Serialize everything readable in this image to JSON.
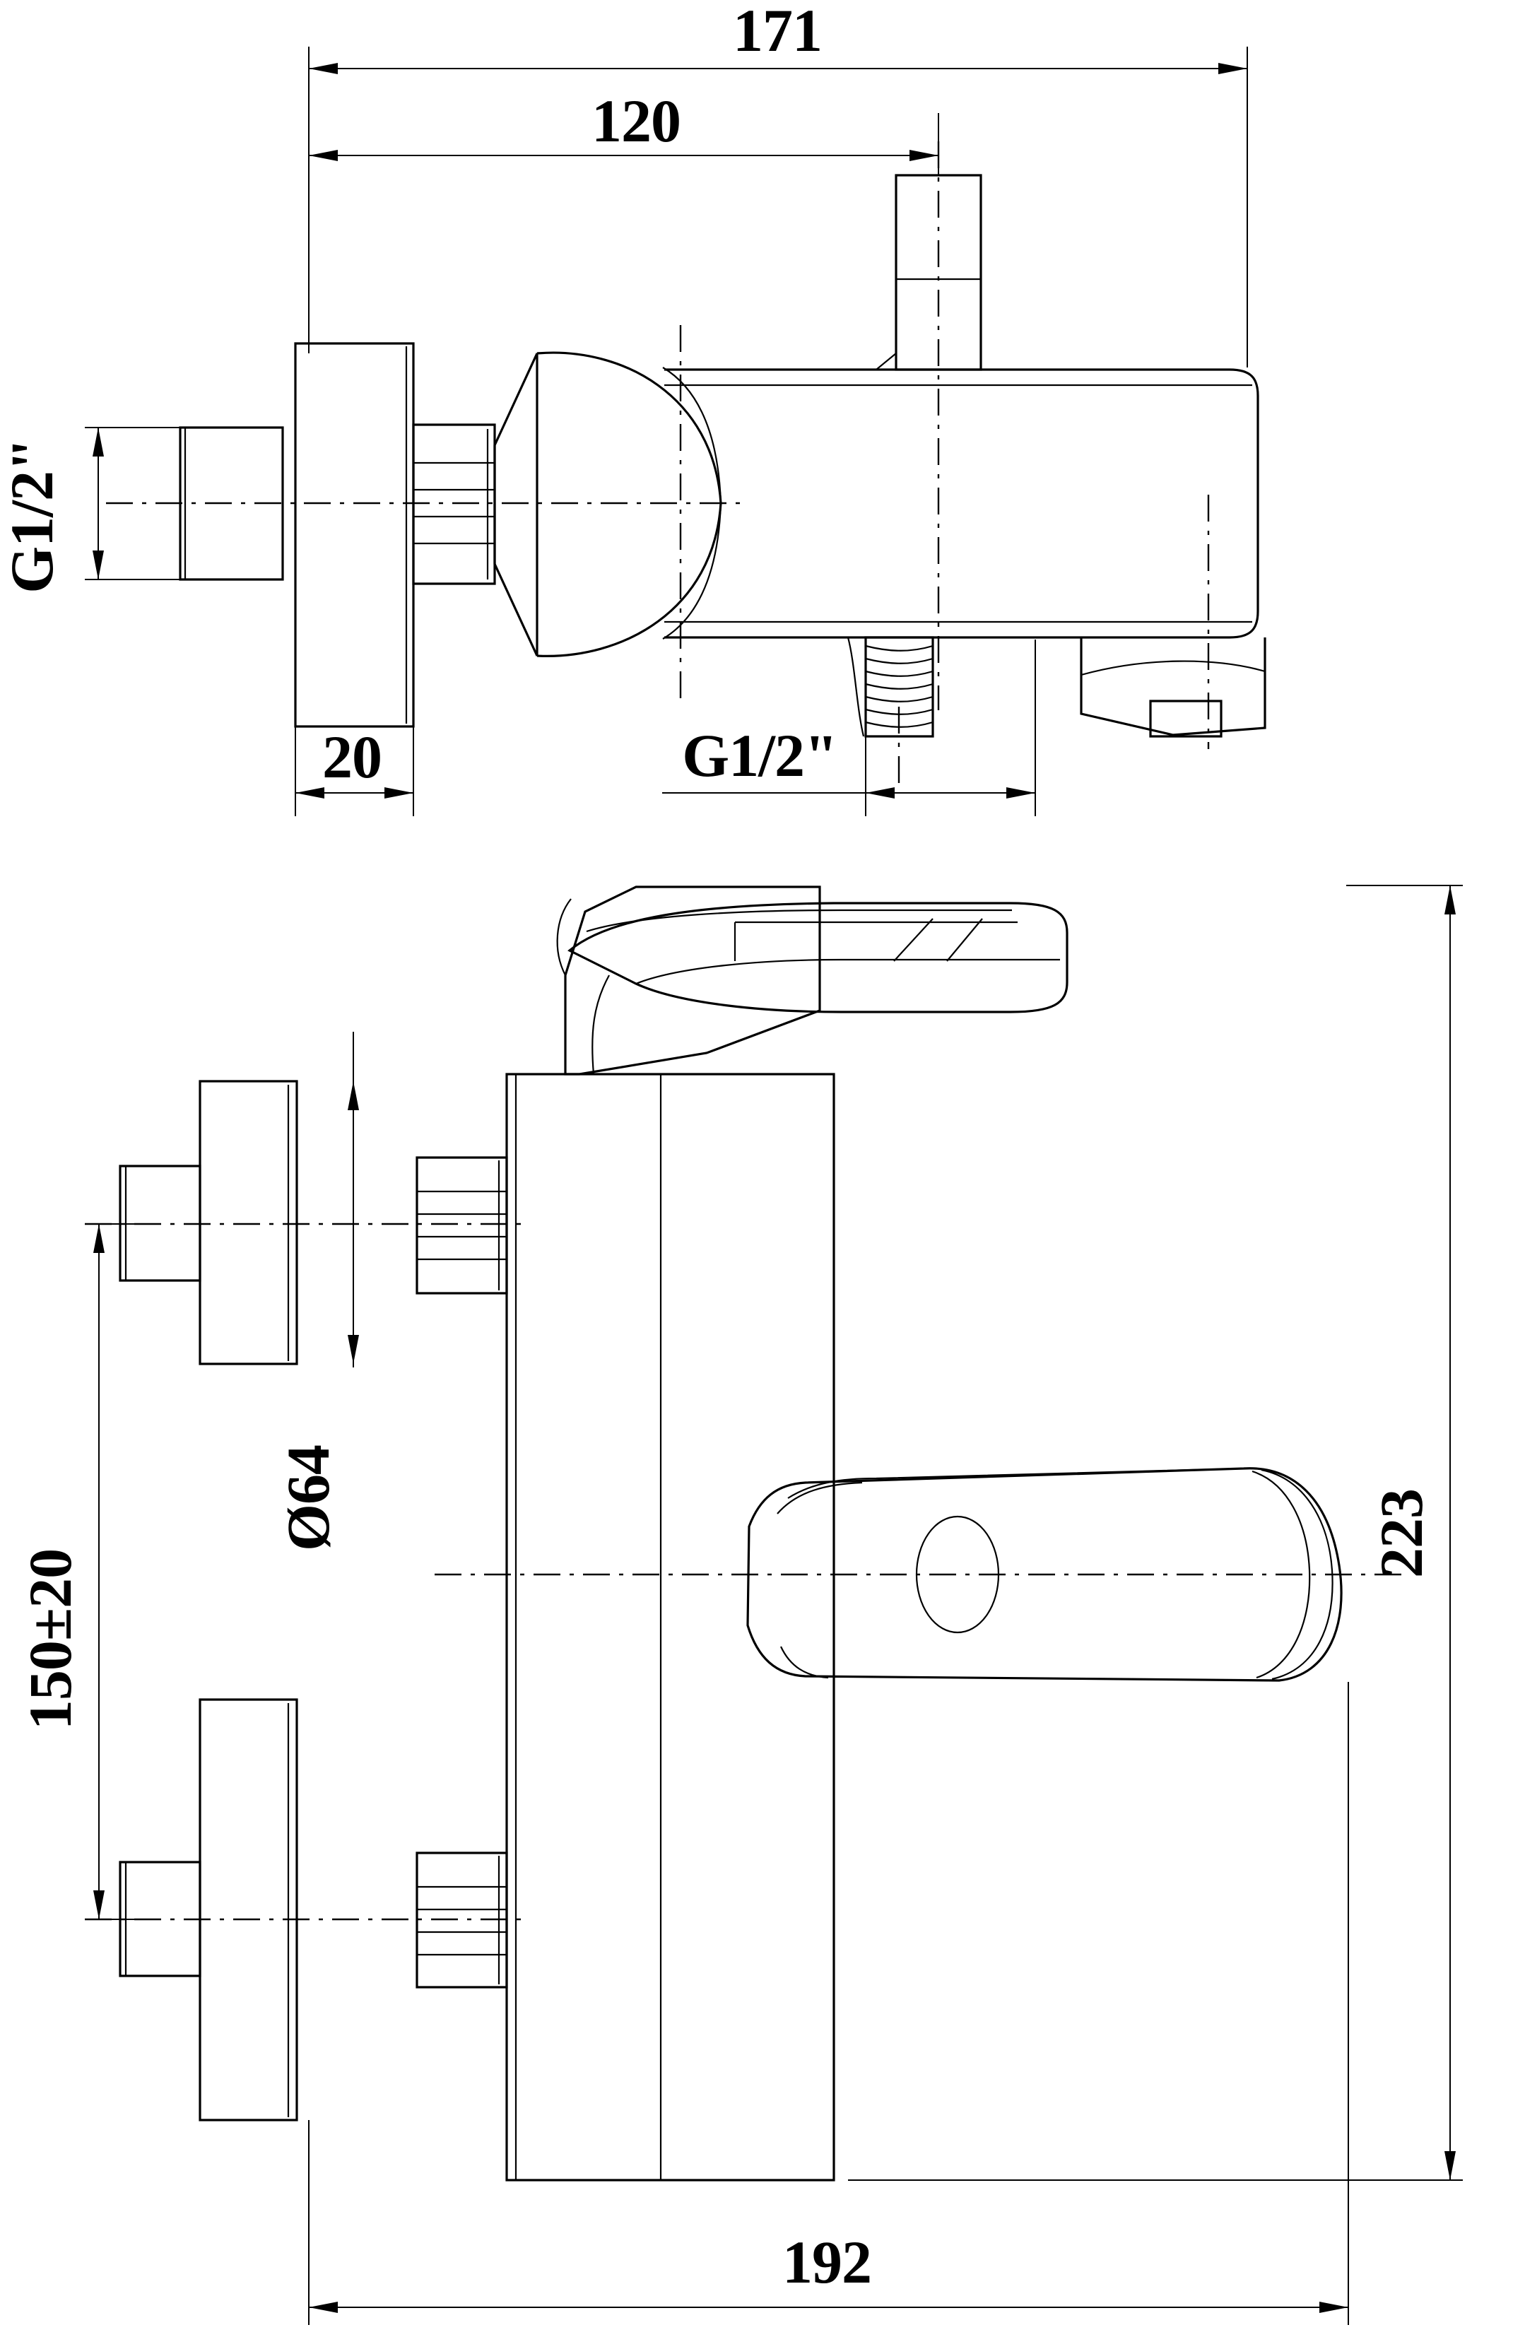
{
  "drawing": {
    "type": "engineering-dimensioned-drawing",
    "subject": "wall-mounted single-lever bath / shower mixer tap",
    "views": [
      {
        "name": "top-view",
        "label": ""
      },
      {
        "name": "front-view",
        "label": ""
      }
    ],
    "background_color": "#ffffff",
    "line_color": "#000000"
  },
  "dimensions": {
    "overall_length_top": "171",
    "handle_offset_top": "120",
    "flange_thickness": "20",
    "inlet_thread": "G1/2\"",
    "outlet_thread": "G1/2\"",
    "flange_diameter": "Ø64",
    "inlet_center_spacing": "150±20",
    "overall_height_front": "223",
    "overall_width_front": "192"
  },
  "labels": [
    {
      "id": "dim-171",
      "text": "171",
      "rotation": 0,
      "meaning": "overall projection from wall, top view"
    },
    {
      "id": "dim-120",
      "text": "120",
      "rotation": 0,
      "meaning": "distance wall face to diverter knob axis"
    },
    {
      "id": "dim-20",
      "text": "20",
      "rotation": 0,
      "meaning": "escutcheon / flange thickness"
    },
    {
      "id": "thread-inlet",
      "text": "G1/2\"",
      "rotation": -90,
      "meaning": "inlet connection thread size"
    },
    {
      "id": "thread-outlet",
      "text": "G1/2\"",
      "rotation": 0,
      "meaning": "shower outlet connection thread size"
    },
    {
      "id": "dim-o64",
      "text": "Ø64",
      "rotation": -90,
      "meaning": "escutcheon cover plate diameter"
    },
    {
      "id": "dim-150-20",
      "text": "150±20",
      "rotation": -90,
      "meaning": "inlet centre distance with tolerance"
    },
    {
      "id": "dim-223",
      "text": "223",
      "rotation": -90,
      "meaning": "overall height, front view"
    },
    {
      "id": "dim-192",
      "text": "192",
      "rotation": 0,
      "meaning": "overall width, front view"
    }
  ]
}
